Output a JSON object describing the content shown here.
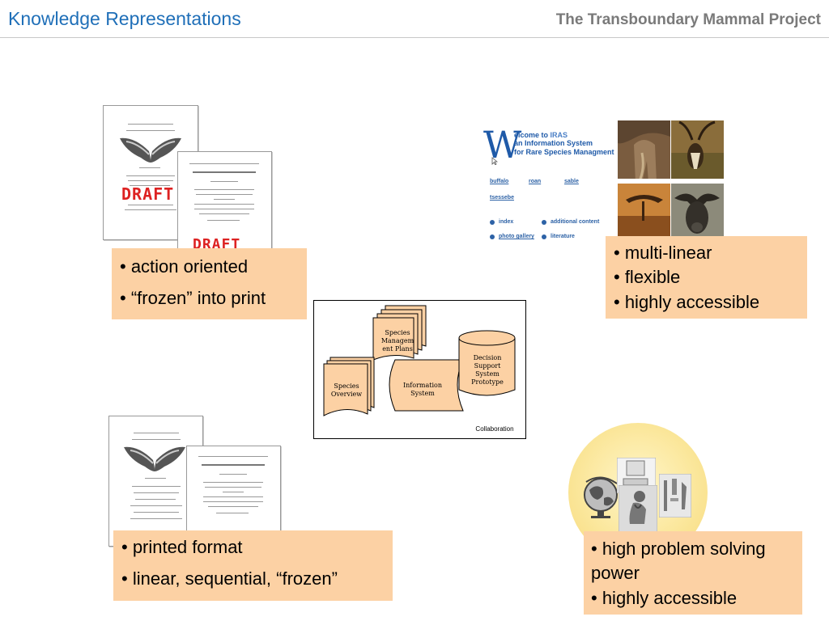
{
  "header": {
    "title": "Knowledge Representations",
    "project": "The Transboundary Mammal Project"
  },
  "documents": {
    "draft_stamp": "DRAFT"
  },
  "callouts": {
    "action": {
      "items": [
        "• action oriented",
        "• “frozen” into print"
      ]
    },
    "web": {
      "items": [
        "• multi-linear",
        "• flexible",
        "• highly accessible"
      ]
    },
    "printed": {
      "items": [
        "• printed format",
        "• linear, sequential, “frozen”"
      ]
    },
    "problem": {
      "items": [
        "• high problem solving power",
        "• highly accessible"
      ]
    }
  },
  "diagram": {
    "species_management_plans": "Species Managem ent Plans",
    "species_overview": "Species Overview",
    "information_system": "Information System",
    "decision_support": "Decision Support System Prototype",
    "collaboration": "Collaboration"
  },
  "iras_site": {
    "big_letter": "W",
    "heading_line1_prefix": "elcome to ",
    "heading_line1_name": "IRAS",
    "heading_line2": "an Information System",
    "heading_line3": "for Rare Species Managment",
    "links": {
      "buffalo": "buffalo",
      "roan": "roan",
      "sable": "sable",
      "tsessebe": "tsessebe",
      "index": "index",
      "additional": "additional content",
      "photo_gallery": "photo gallery",
      "literature": "literature"
    }
  },
  "colors": {
    "title_blue": "#1f6fb8",
    "callout_fill": "#fcd1a4",
    "project_grey": "#7a7a7a"
  }
}
